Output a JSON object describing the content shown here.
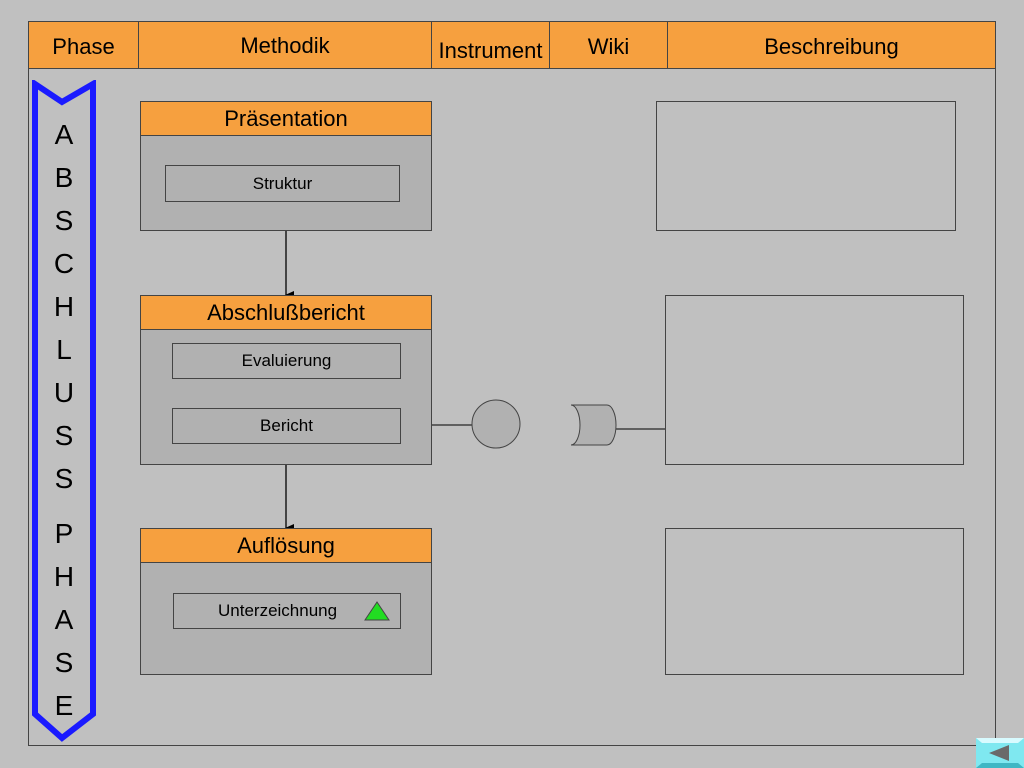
{
  "header": {
    "phase": "Phase",
    "methodik": "Methodik",
    "instrument": "Instrument",
    "wiki": "Wiki",
    "beschreibung": "Beschreibung"
  },
  "phase_label_letters": [
    "A",
    "B",
    "S",
    "C",
    "H",
    "L",
    "U",
    "S",
    "S",
    "P",
    "H",
    "A",
    "S",
    "E"
  ],
  "stages": {
    "praesentation": {
      "title": "Präsentation",
      "methods": [
        "Struktur"
      ]
    },
    "abschlussbericht": {
      "title": "Abschlußbericht",
      "methods": [
        "Evaluierung",
        "Bericht"
      ]
    },
    "aufloesung": {
      "title": "Auflösung",
      "methods": [
        "Unterzeichnung"
      ]
    }
  },
  "colors": {
    "accent": "#f6a03f",
    "background": "#c0c0c0",
    "box": "#b1b1b1",
    "arrow_blue": "#1a1aff",
    "triangle_green": "#22dd22",
    "nav_cyan": "#7fe8f0"
  },
  "icons": {
    "instrument_circle": "circle-icon",
    "wiki_database": "database-icon",
    "unterzeichnung_marker": "triangle-up-icon",
    "nav": "back-arrow-icon"
  }
}
